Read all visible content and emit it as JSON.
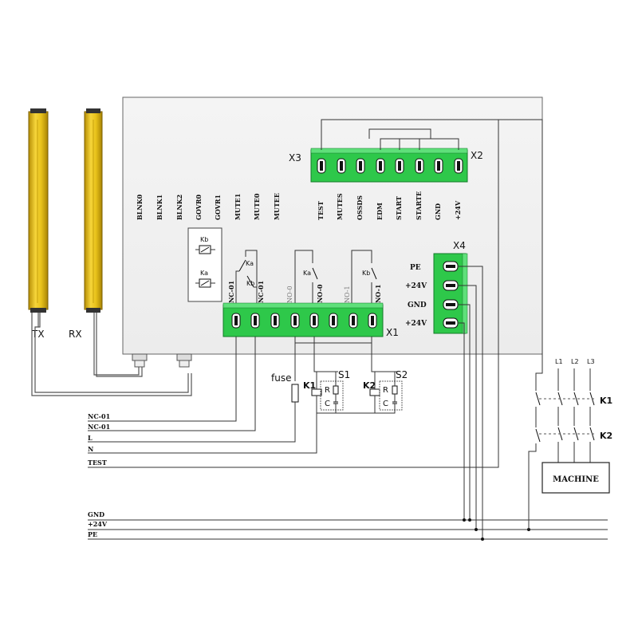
{
  "sensors": {
    "tx_label": "TX",
    "rx_label": "RX"
  },
  "colors": {
    "sensor_yellow": "#e8c21a",
    "terminal_green": "#2ec84a",
    "panel_bg": "#f2f2f2"
  },
  "controller": {
    "x3_label": "X3",
    "x2_label": "X2",
    "x1_label": "X1",
    "x4_label": "X4",
    "dip_labels": [
      "BLNK0",
      "BLNK1",
      "BLNK2",
      "GOVR0",
      "GOVR1",
      "MUTE1",
      "MUTE0",
      "MUTEE"
    ],
    "x2_terminals": [
      "TEST",
      "MUTES",
      "OSSDS",
      "EDM",
      "START",
      "STARTE",
      "GND",
      "+24V"
    ],
    "x1_terminals": [
      "NC-01",
      "NC-01",
      "NO-0",
      "NO-0",
      "NO-1",
      "NO-1"
    ],
    "x4_terminals": [
      "PE",
      "+24V",
      "GND",
      "+24V"
    ],
    "relay_kb": "Kb",
    "relay_ka": "Ka"
  },
  "external": {
    "fuse_label": "fuse",
    "k1_label": "K1",
    "k2_label": "K2",
    "s1_label": "S1",
    "s2_label": "S2",
    "r_label": "R",
    "c_label": "C",
    "machine_label": "MACHINE",
    "phases": [
      "L1",
      "L2",
      "L3"
    ],
    "contactor_k1": "K1",
    "contactor_k2": "K2"
  },
  "bus_lines": [
    "NC-01",
    "NC-01",
    "L",
    "N",
    "TEST"
  ],
  "power_lines": [
    "GND",
    "+24V",
    "PE"
  ]
}
